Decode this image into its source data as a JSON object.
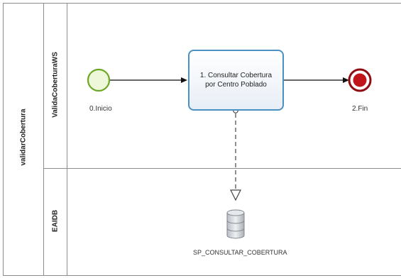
{
  "pool": {
    "name": "validarCobertura"
  },
  "lanes": [
    {
      "name": "ValidaCoberturaWS"
    },
    {
      "name": "EAIDB"
    }
  ],
  "start_event": {
    "label": "0.Inicio"
  },
  "task": {
    "line1": "1. Consultar Cobertura",
    "line2": "por Centro Poblado"
  },
  "end_event": {
    "label": "2.Fin"
  },
  "data_store": {
    "label": "SP_CONSULTAR_COBERTURA"
  },
  "colors": {
    "start_event_fill": "#eef7d9",
    "start_event_stroke": "#6aa826",
    "end_event_fill": "#c0151b",
    "end_event_stroke": "#8f0d12",
    "task_border": "#4a90c2",
    "lines": "#8c8c8c"
  }
}
